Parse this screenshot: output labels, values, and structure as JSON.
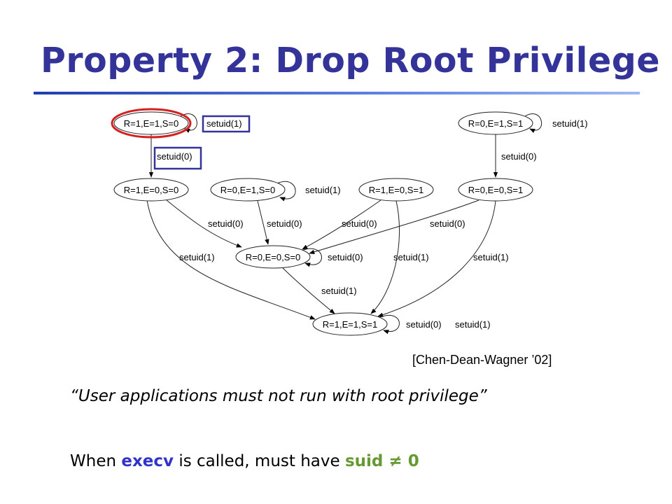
{
  "slide": {
    "title": "Property 2: Drop Root Privilege",
    "citation": "[Chen-Dean-Wagner ’02]",
    "quote": "“User applications must not run with root privilege”",
    "statement": {
      "prefix": "When ",
      "keyword1": "execv",
      "middle": " is called, must have ",
      "keyword2": "suid",
      "neq": "≠",
      "value": "0"
    },
    "colors": {
      "title": "#333399",
      "highlight_ellipse": "#d42020",
      "highlight_box": "#333399",
      "keyword_blue": "#3333cc",
      "keyword_green": "#669933"
    }
  },
  "diagram": {
    "nodes": [
      {
        "id": "n1",
        "label": "R=1,E=1,S=0",
        "highlighted": true
      },
      {
        "id": "n2",
        "label": "R=0,E=1,S=1"
      },
      {
        "id": "n3",
        "label": "R=1,E=0,S=0"
      },
      {
        "id": "n4",
        "label": "R=0,E=1,S=0"
      },
      {
        "id": "n5",
        "label": "R=1,E=0,S=1"
      },
      {
        "id": "n6",
        "label": "R=0,E=0,S=1"
      },
      {
        "id": "n7",
        "label": "R=0,E=0,S=0"
      },
      {
        "id": "n8",
        "label": "R=1,E=1,S=1"
      }
    ],
    "edges": [
      {
        "from": "n1",
        "to": "n1",
        "label": "setuid(1)",
        "boxed": true
      },
      {
        "from": "n1",
        "to": "n3",
        "label": "setuid(0)",
        "boxed": true
      },
      {
        "from": "n2",
        "to": "n2",
        "label": "setuid(1)"
      },
      {
        "from": "n2",
        "to": "n6",
        "label": "setuid(0)"
      },
      {
        "from": "n4",
        "to": "n4",
        "label": "setuid(1)"
      },
      {
        "from": "n3",
        "to": "n7",
        "label": "setuid(0)"
      },
      {
        "from": "n4",
        "to": "n7",
        "label": "setuid(0)"
      },
      {
        "from": "n5",
        "to": "n7",
        "label": "setuid(0)"
      },
      {
        "from": "n6",
        "to": "n7",
        "label": "setuid(0)"
      },
      {
        "from": "n7",
        "to": "n7",
        "label": "setuid(0)"
      },
      {
        "from": "n3",
        "to": "n8",
        "label": "setuid(1)"
      },
      {
        "from": "n5",
        "to": "n8",
        "label": "setuid(1)"
      },
      {
        "from": "n6",
        "to": "n8",
        "label": "setuid(1)"
      },
      {
        "from": "n7",
        "to": "n8",
        "label": "setuid(1)"
      },
      {
        "from": "n8",
        "to": "n8",
        "label": "setuid(0)"
      },
      {
        "from": "n8",
        "to": "n8",
        "label": "setuid(1)"
      }
    ]
  }
}
